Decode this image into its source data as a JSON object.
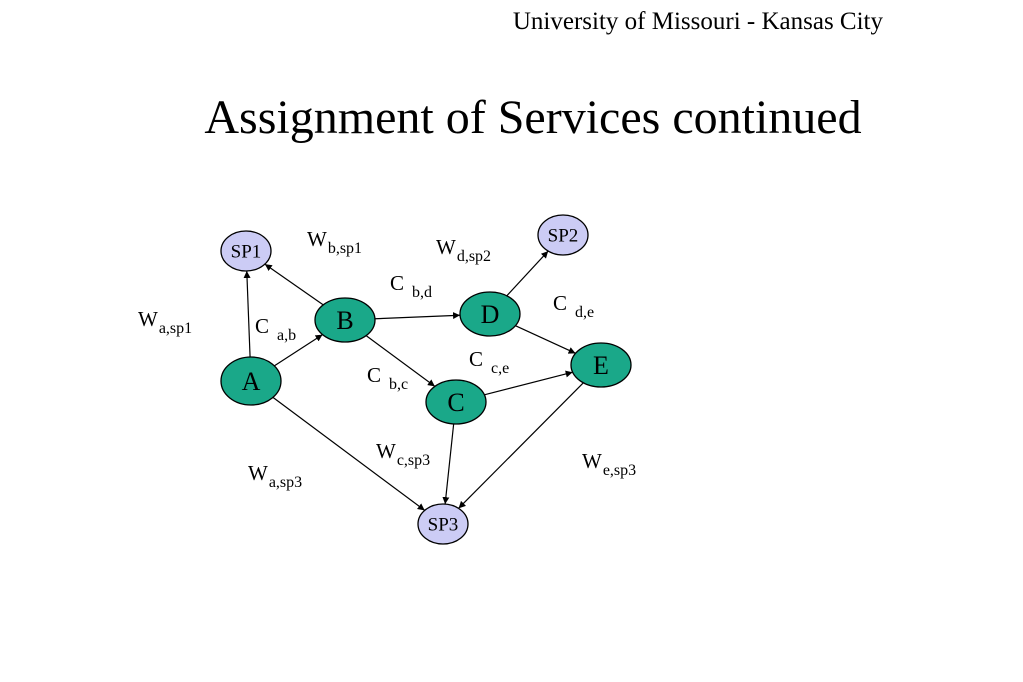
{
  "header": {
    "text": "University of Missouri - Kansas City"
  },
  "title": "Assignment of Services continued",
  "colors": {
    "node": "#1aa889",
    "service_provider": "#ccccf5",
    "edge": "#000000"
  },
  "nodes": [
    {
      "id": "A",
      "label": "A",
      "kind": "node"
    },
    {
      "id": "B",
      "label": "B",
      "kind": "node"
    },
    {
      "id": "C",
      "label": "C",
      "kind": "node"
    },
    {
      "id": "D",
      "label": "D",
      "kind": "node"
    },
    {
      "id": "E",
      "label": "E",
      "kind": "node"
    },
    {
      "id": "SP1",
      "label": "SP1",
      "kind": "service_provider"
    },
    {
      "id": "SP2",
      "label": "SP2",
      "kind": "service_provider"
    },
    {
      "id": "SP3",
      "label": "SP3",
      "kind": "service_provider"
    }
  ],
  "edges": [
    {
      "id": "e-a-sp1",
      "from": "A",
      "to": "SP1",
      "label": {
        "main": "W",
        "sub": "a,sp1"
      }
    },
    {
      "id": "e-b-sp1",
      "from": "B",
      "to": "SP1",
      "label": {
        "main": "W",
        "sub": "b,sp1"
      }
    },
    {
      "id": "e-d-sp2",
      "from": "D",
      "to": "SP2",
      "label": {
        "main": "W",
        "sub": "d,sp2"
      }
    },
    {
      "id": "e-a-b",
      "from": "A",
      "to": "B",
      "label": {
        "main": "C",
        "sub": "a,b"
      }
    },
    {
      "id": "e-b-d",
      "from": "B",
      "to": "D",
      "label": {
        "main": "C",
        "sub": "b,d"
      }
    },
    {
      "id": "e-b-c",
      "from": "B",
      "to": "C",
      "label": {
        "main": "C",
        "sub": "b,c"
      }
    },
    {
      "id": "e-d-e",
      "from": "D",
      "to": "E",
      "label": {
        "main": "C",
        "sub": "d,e"
      }
    },
    {
      "id": "e-c-e",
      "from": "C",
      "to": "E",
      "label": {
        "main": "C",
        "sub": "c,e"
      }
    },
    {
      "id": "e-c-sp3",
      "from": "C",
      "to": "SP3",
      "label": {
        "main": "W",
        "sub": "c,sp3"
      }
    },
    {
      "id": "e-a-sp3",
      "from": "A",
      "to": "SP3",
      "label": {
        "main": "W",
        "sub": "a,sp3"
      }
    },
    {
      "id": "e-e-sp3",
      "from": "E",
      "to": "SP3",
      "label": {
        "main": "W",
        "sub": "e,sp3"
      }
    }
  ]
}
